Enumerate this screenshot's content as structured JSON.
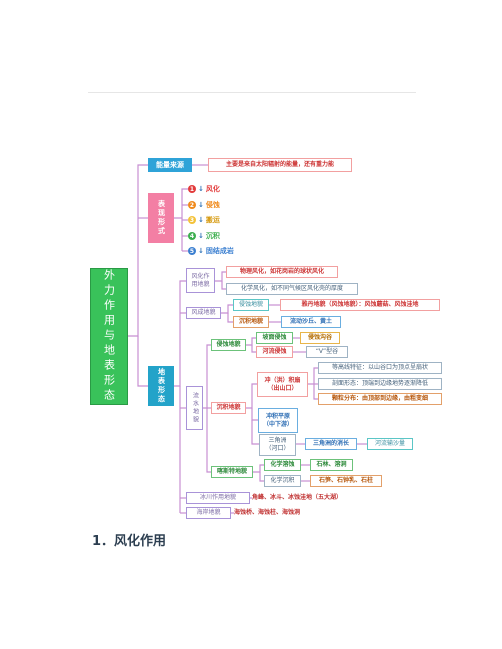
{
  "root": "外力作用与地表形态",
  "energy": {
    "label": "能量来源",
    "desc": "主要是来自太阳辐射的能量，还有重力能"
  },
  "forms": {
    "label": "表现形式",
    "items": [
      {
        "num": "1",
        "name": "风化",
        "color": "#e23b3b"
      },
      {
        "num": "2",
        "name": "侵蚀",
        "color": "#f08a1c"
      },
      {
        "num": "3",
        "name": "搬运",
        "color": "#f3c23a"
      },
      {
        "num": "4",
        "name": "沉积",
        "color": "#3cae4e"
      },
      {
        "num": "5",
        "name": "固结成岩",
        "color": "#3b7fd0"
      }
    ]
  },
  "surface": {
    "label": "地表形态",
    "weathering": {
      "label": "风化作用地貌",
      "physical": "物理风化，如花岗岩的球状风化",
      "chemical": "化学风化，如不同气候区风化壳的厚度"
    },
    "wind": {
      "label": "风成地貌",
      "erosion_label": "侵蚀地貌",
      "erosion_desc": "雅丹地貌（风蚀地貌）：风蚀蘑菇、风蚀洼地",
      "deposit_label": "沉积地貌",
      "deposit_desc": "流动沙丘、黄土"
    },
    "fluvial": {
      "label": "流水地貌",
      "erosion_label": "侵蚀地貌",
      "slope_label": "坡面侵蚀",
      "slope_desc": "侵蚀沟谷",
      "river_label": "河流侵蚀",
      "river_desc": "“V”型谷",
      "deposit_label": "沉积地貌",
      "fan_label": "冲（洪）积扇（出山口）",
      "fan_items": [
        "等高线特征：以山谷口为顶点呈扇状",
        "剖面形态：顶端到边缘地势逐渐降低",
        "颗粒分布：由顶部到边缘，由粗变细"
      ],
      "plain_label": "冲积平原（中下游）",
      "delta_label": "三角洲（河口）",
      "delta_desc": "三角洲的消长",
      "delta_result": "河流输沙量",
      "karst_label": "喀斯特地貌",
      "karst_chem_erosion": "化学溶蚀",
      "karst_chem_erosion_desc": "石林、溶洞",
      "karst_chem_deposit": "化学沉积",
      "karst_chem_deposit_desc": "石笋、石钟乳、石柱"
    },
    "glacier": {
      "label": "冰川作用地貌",
      "desc": "角峰、冰斗、冰蚀洼地（五大湖）"
    },
    "coastal": {
      "label": "海岸地貌",
      "desc": "海蚀桥、海蚀柱、海蚀洞"
    }
  },
  "caption": "1．风化作用"
}
